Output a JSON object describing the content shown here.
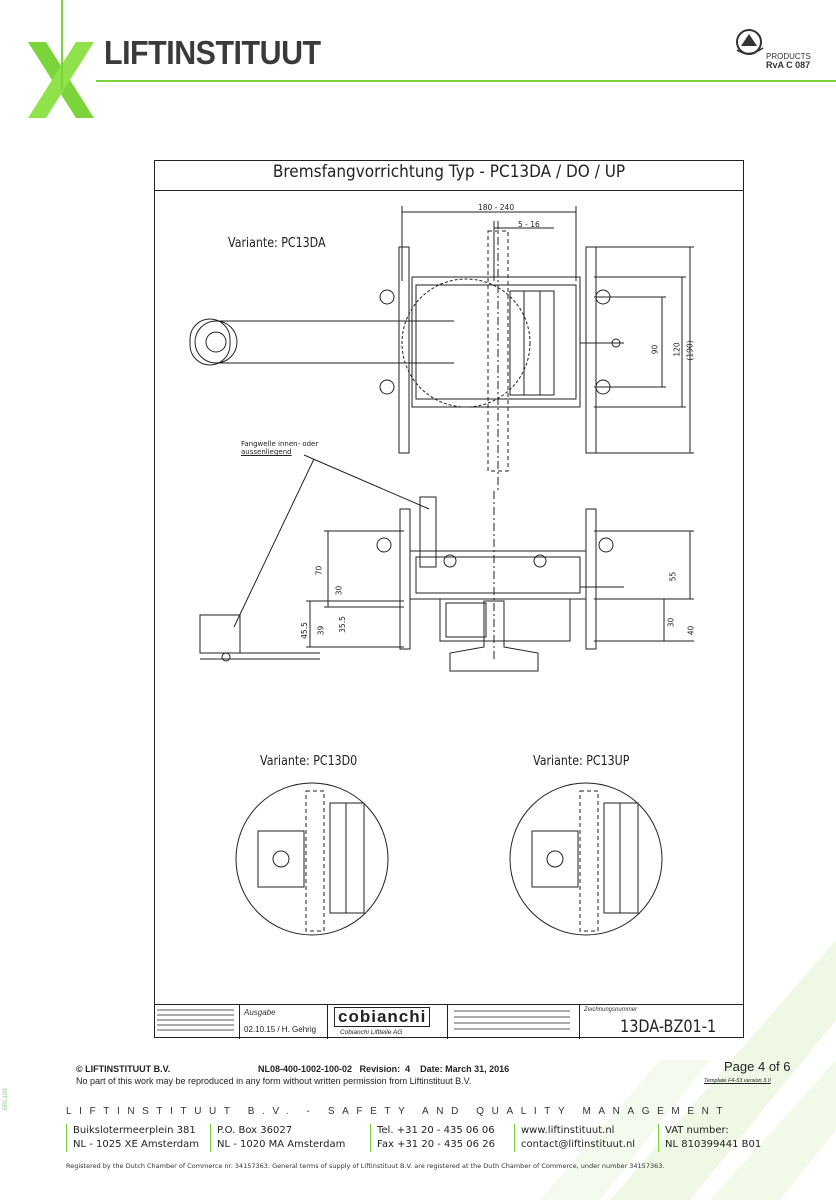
{
  "header": {
    "brand": "LIFTINSTITUUT",
    "cert_logo": {
      "line1": "PRODUCTS",
      "line2": "RvA C 087"
    }
  },
  "drawing": {
    "title": "Bremsfangvorrichtung Typ - PC13DA / DO / UP",
    "variant_top": "Variante: PC13DA",
    "variant_left": "Variante: PC13D0",
    "variant_right": "Variante: PC13UP",
    "note_line1": "Fangwelle innen- oder",
    "note_line2": "aussenliegend",
    "dims": {
      "d1": "180 - 240",
      "d2": "5 - 16",
      "d3": "90",
      "d4": "120",
      "d5": "(190)",
      "d6": "70",
      "d7": "30",
      "d8": "45.5",
      "d9": "39",
      "d10": "35.5",
      "d11": "55",
      "d12": "30",
      "d13": "40"
    },
    "title_block": {
      "ausgabe_label": "Ausgabe",
      "ausgabe_value": "02.10.15 / H. Gehrig",
      "company": "cobianchi",
      "company_sub": "Cobianchi Liftteile AG",
      "zeichnung_label": "Zeichnungsnummer",
      "drawing_number": "13DA-BZ01-1"
    }
  },
  "footer": {
    "copyright": "© LIFTINSTITUUT B.V.",
    "doc_info": "NL08-400-1002-100-02   Revision:  4    Date: March 31, 2016",
    "rights": "No part of this work may be reproduced in any form without written permission from Liftinstituut B.V.",
    "page": "Page 4 of 6",
    "template": "Template F4-53 version  3.0",
    "tagline": "LIFTINSTITUUT B.V. - SAFETY AND QUALITY MANAGEMENT",
    "address1": "Buikslotermeerplein 381",
    "address2": "NL - 1025 XE  Amsterdam",
    "pobox1": "P.O. Box 36027",
    "pobox2": "NL - 1020 MA  Amsterdam",
    "tel": "Tel. +31 20 - 435 06 06",
    "fax": "Fax +31 20 - 435 06 26",
    "web": "www.liftinstituut.nl",
    "email": "contact@liftinstituut.nl",
    "vat_label": "VAT number:",
    "vat": "NL 810399441 B01",
    "registration": "Registered by the Dutch Chamber of Commerce nr. 34157363. General terms of supply of Liftinstituut B.V. are registered at the Duth Chamber of Commerce, under number 34157363.",
    "side_mark": "BRL100"
  },
  "colors": {
    "accent": "#7bd43a",
    "line": "#222222"
  }
}
